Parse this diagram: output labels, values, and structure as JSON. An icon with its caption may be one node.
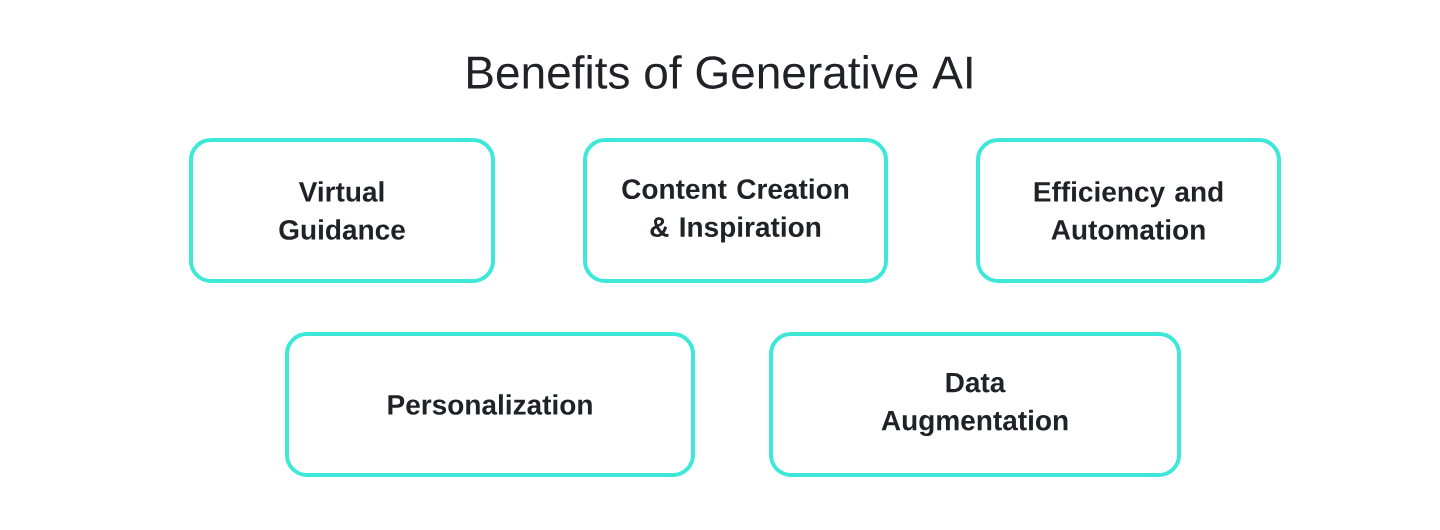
{
  "diagram": {
    "title": "Benefits of Generative AI",
    "nodes": [
      {
        "text": [
          "Virtual Guidance"
        ]
      },
      {
        "text": [
          "Content Creation & Inspiration"
        ]
      },
      {
        "text": [
          "Efficiency and Automation"
        ]
      },
      {
        "text": [
          "Personalization"
        ]
      },
      {
        "text": [
          "Data Augmentation"
        ]
      }
    ]
  }
}
